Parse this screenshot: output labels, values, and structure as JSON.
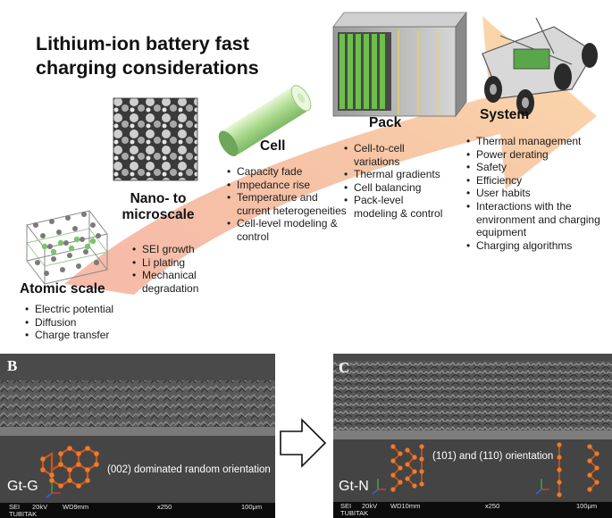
{
  "diagram": {
    "title": "Lithium-ion battery fast charging considerations",
    "stages": [
      {
        "title": "Atomic scale",
        "points": [
          "Electric potential",
          "Diffusion",
          "Charge transfer"
        ]
      },
      {
        "title": "Nano- to microscale",
        "points": [
          "SEI growth",
          "Li plating",
          "Mechanical degradation"
        ]
      },
      {
        "title": "Cell",
        "points": [
          "Capacity fade",
          "Impedance rise",
          "Temperature and current heterogeneities",
          "Cell-level modeling & control"
        ]
      },
      {
        "title": "Pack",
        "points": [
          "Cell-to-cell variations",
          "Thermal gradients",
          "Cell balancing",
          "Pack-level modeling & control"
        ]
      },
      {
        "title": "System",
        "points": [
          "Thermal management",
          "Power derating",
          "Safety",
          "Efficiency",
          "User habits",
          "Interactions with the environment and charging equipment",
          "Charging algorithms"
        ]
      }
    ]
  },
  "sem_panels": [
    {
      "panel_letter": "B",
      "sample_label": "Gt-G",
      "annotation": "(002) dominated random orientation",
      "info": {
        "detector": "SEI",
        "voltage": "20kV",
        "wd": "WD9mm",
        "mag": "x250",
        "scale": "100μm",
        "org": "TUBITAK"
      }
    },
    {
      "panel_letter": "C",
      "sample_label": "Gt-N",
      "annotation": "(101) and (110) orientation",
      "info": {
        "detector": "SEI",
        "voltage": "20kV",
        "wd": "WD10mm",
        "mag": "x250",
        "scale": "100μm",
        "org": "TUBITAK"
      }
    }
  ],
  "colors": {
    "arrow_start": "#f4b7a6",
    "arrow_end": "#f9d9a9",
    "atom": "#f07a2e",
    "bond": "#c9561c",
    "sem_dark": "#3c3c3c"
  }
}
